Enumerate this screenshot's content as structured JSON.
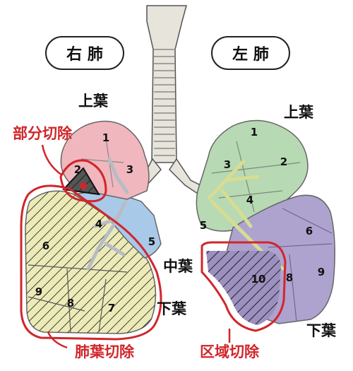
{
  "sides": {
    "right_lung": "右 肺",
    "left_lung": "左 肺"
  },
  "lobe_labels": {
    "right_upper": "上葉",
    "left_upper": "上葉",
    "middle": "中葉",
    "right_lower": "下葉",
    "left_lower": "下葉"
  },
  "procedures": {
    "partial_resection": "部分切除",
    "lobectomy": "肺葉切除",
    "segmentectomy": "区域切除"
  },
  "segment_numbers": {
    "r1": "1",
    "r2": "2",
    "r3": "3",
    "r4": "4",
    "r5": "5",
    "r6": "6",
    "r7": "7",
    "r8": "8",
    "r9": "9",
    "l1": "1",
    "l2": "2",
    "l3": "3",
    "l4": "4",
    "l5": "5",
    "l6": "6",
    "l8": "8",
    "l9": "9",
    "l10": "10"
  },
  "colors": {
    "accent_red": "#d0262b",
    "upper_right_lobe": "#f0b7be",
    "middle_lobe": "#a9c9e8",
    "lower_right_lobe": "#ecebb8",
    "upper_left_lobe": "#b7d9b3",
    "lower_left_lobe": "#aea3cf",
    "trachea": "#e7e4dc",
    "bronchi": "#d6dd92"
  }
}
